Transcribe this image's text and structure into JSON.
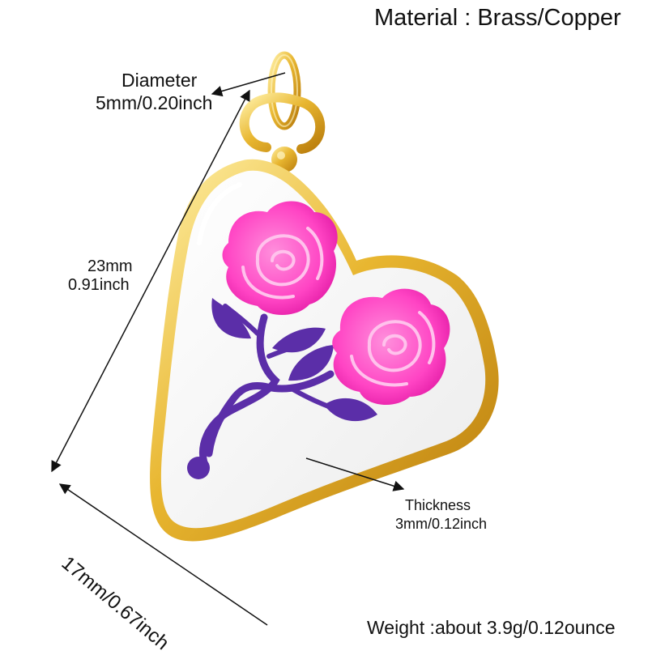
{
  "material": "Material : Brass/Copper",
  "diameter": {
    "title": "Diameter",
    "value": "5mm/0.20inch"
  },
  "height": {
    "mm": "23mm",
    "inch": "0.91inch"
  },
  "thickness": {
    "title": "Thickness",
    "value": "3mm/0.12inch"
  },
  "width": "17mm/0.67inch",
  "weight": "Weight :about 3.9g/0.12ounce",
  "colors": {
    "gold": "#e8b630",
    "gold_dark": "#c98f12",
    "enamel": "#fbfbfb",
    "rose": "#ff44c4",
    "rose_light": "#ffb0e6",
    "leaf": "#5b2ea8"
  },
  "icons": [
    "heart-pendant-icon",
    "rose-icon",
    "jump-ring-icon",
    "dimension-arrow-icon"
  ]
}
